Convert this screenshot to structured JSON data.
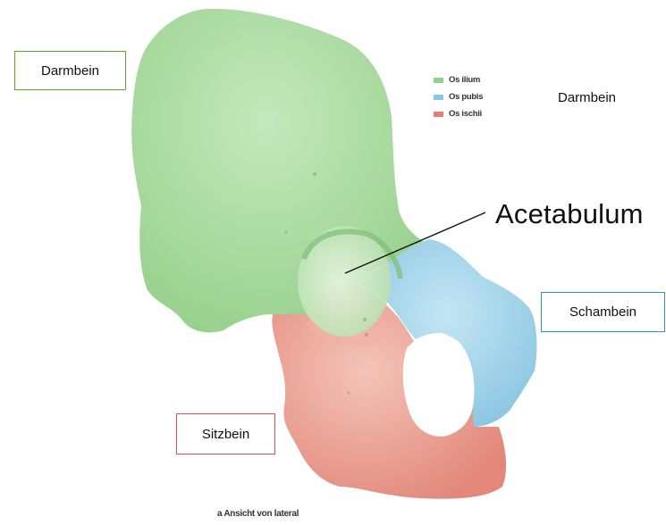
{
  "labels": {
    "darmbein_box": "Darmbein",
    "darmbein_free": "Darmbein",
    "acetabulum": "Acetabulum",
    "schambein": "Schambein",
    "sitzbein": "Sitzbein"
  },
  "legend": [
    {
      "label": "Os ilium",
      "color": "#8fd38a"
    },
    {
      "label": "Os pubis",
      "color": "#8cc8e6"
    },
    {
      "label": "Os ischii",
      "color": "#e3806f"
    }
  ],
  "caption": "a  Ansicht von lateral",
  "colors": {
    "ilium": "#a8dca0",
    "pubis": "#9fd3ec",
    "ischium": "#e89a8a",
    "darmbein_border": "#5aa52e",
    "schambein_border": "#2e8fd8",
    "sitzbein_border": "#e0504a"
  }
}
